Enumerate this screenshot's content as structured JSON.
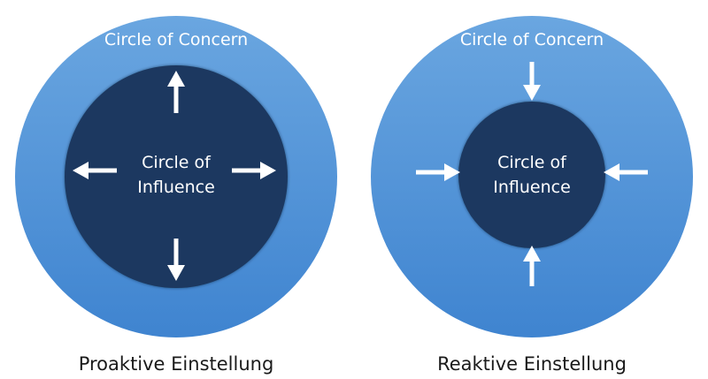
{
  "colors": {
    "outer_circle_top": "#6aa6e0",
    "outer_circle_bottom": "#3f84d0",
    "inner_circle": "#1c3761",
    "arrow": "#ffffff",
    "caption_text": "#1a1a1a"
  },
  "diagrams": [
    {
      "outer_label": "Circle of Concern",
      "inner_label_line1": "Circle of",
      "inner_label_line2": "Influence",
      "caption": "Proaktive Einstellung",
      "arrow_direction": "outward"
    },
    {
      "outer_label": "Circle of Concern",
      "inner_label_line1": "Circle of",
      "inner_label_line2": "Influence",
      "caption": "Reaktive Einstellung",
      "arrow_direction": "inward"
    }
  ]
}
